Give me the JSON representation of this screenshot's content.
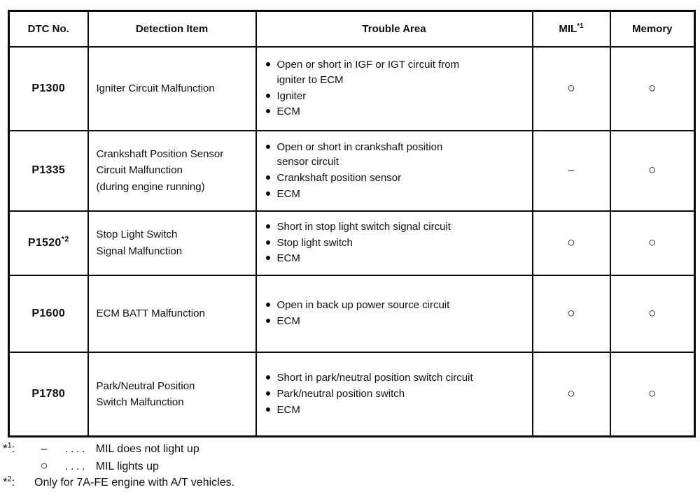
{
  "table": {
    "headers": [
      {
        "label": "DTC No.",
        "sup": ""
      },
      {
        "label": "Detection Item",
        "sup": ""
      },
      {
        "label": "Trouble Area",
        "sup": ""
      },
      {
        "label": "MIL",
        "sup": "*1"
      },
      {
        "label": "Memory",
        "sup": ""
      }
    ],
    "rows": [
      {
        "dtc": "P1300",
        "dtc_sup": "",
        "detection_item": [
          "Igniter Circuit Malfunction"
        ],
        "trouble_area": [
          [
            "Open or short in IGF or IGT circuit from",
            "igniter to ECM"
          ],
          [
            "Igniter"
          ],
          [
            "ECM"
          ]
        ],
        "mil": "○",
        "memory": "○"
      },
      {
        "dtc": "P1335",
        "dtc_sup": "",
        "detection_item": [
          "Crankshaft Position Sensor",
          "Circuit Malfunction",
          "(during engine running)"
        ],
        "trouble_area": [
          [
            "Open or short in crankshaft position",
            "sensor circuit"
          ],
          [
            "Crankshaft position sensor"
          ],
          [
            "ECM"
          ]
        ],
        "mil": "–",
        "memory": "○"
      },
      {
        "dtc": "P1520",
        "dtc_sup": "*2",
        "detection_item": [
          "Stop Light Switch",
          "Signal Malfunction"
        ],
        "trouble_area": [
          [
            "Short in stop light switch signal circuit"
          ],
          [
            "Stop light switch"
          ],
          [
            "ECM"
          ]
        ],
        "mil": "○",
        "memory": "○"
      },
      {
        "dtc": "P1600",
        "dtc_sup": "",
        "detection_item": [
          "ECM BATT Malfunction"
        ],
        "trouble_area": [
          [
            "Open in back up power source circuit"
          ],
          [
            "ECM"
          ]
        ],
        "mil": "○",
        "memory": "○"
      },
      {
        "dtc": "P1780",
        "dtc_sup": "",
        "detection_item": [
          "Park/Neutral Position",
          "Switch Malfunction"
        ],
        "trouble_area": [
          [
            "Short in park/neutral position switch circuit"
          ],
          [
            "Park/neutral position switch"
          ],
          [
            "ECM"
          ]
        ],
        "mil": "○",
        "memory": "○"
      }
    ]
  },
  "footnotes": [
    {
      "marker_star": "*",
      "marker_sup": "1",
      "marker_colon": ":",
      "entries": [
        {
          "symbol": "–",
          "dots": "....",
          "text": "MIL does not light up"
        },
        {
          "symbol": "○",
          "dots": "....",
          "text": "MIL lights up"
        }
      ]
    },
    {
      "marker_star": "*",
      "marker_sup": "2",
      "marker_colon": ":",
      "text": "Only for 7A-FE engine with A/T vehicles."
    }
  ],
  "colors": {
    "text": "#0f0f0f",
    "border": "#0a0a0a",
    "background": "#ffffff"
  }
}
